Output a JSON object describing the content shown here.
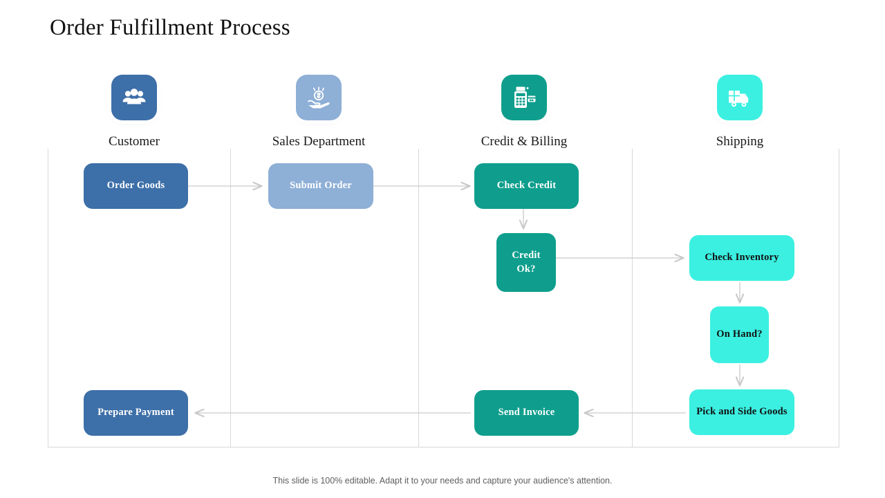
{
  "slide": {
    "title": "Order Fulfillment Process",
    "footer_note": "This slide is 100% editable. Adapt it to your needs and capture your audience's attention."
  },
  "colors": {
    "blue_dark": "#3d6fa8",
    "blue_light": "#8eafd6",
    "teal": "#0f9e8d",
    "cyan": "#3bf0e1",
    "connector": "#c9c9c9",
    "lane_border": "#d8d8d8",
    "title_text": "#111111",
    "footer_text": "#5d5d5d"
  },
  "lanes": [
    {
      "id": "customer",
      "label": "Customer",
      "icon": "people-group-icon",
      "icon_color": "#3d6fa8"
    },
    {
      "id": "sales-department",
      "label": "Sales Department",
      "icon": "hand-holding-coin-icon",
      "icon_color": "#8eafd6"
    },
    {
      "id": "credit-billing",
      "label": "Credit & Billing",
      "icon": "card-terminal-icon",
      "icon_color": "#0f9e8d"
    },
    {
      "id": "shipping",
      "label": "Shipping",
      "icon": "delivery-truck-icon",
      "icon_color": "#3bf0e1"
    }
  ],
  "nodes": [
    {
      "id": "order-goods",
      "label": "Order Goods",
      "lane": "customer",
      "shape": "process",
      "color": "blue_dark"
    },
    {
      "id": "submit-order",
      "label": "Submit Order",
      "lane": "sales-department",
      "shape": "process",
      "color": "blue_light"
    },
    {
      "id": "check-credit",
      "label": "Check Credit",
      "lane": "credit-billing",
      "shape": "process",
      "color": "teal"
    },
    {
      "id": "credit-ok",
      "label": "Credit Ok?",
      "lane": "credit-billing",
      "shape": "decision",
      "color": "teal"
    },
    {
      "id": "check-inventory",
      "label": "Check Inventory",
      "lane": "shipping",
      "shape": "process",
      "color": "cyan"
    },
    {
      "id": "on-hand",
      "label": "On Hand?",
      "lane": "shipping",
      "shape": "decision",
      "color": "cyan"
    },
    {
      "id": "pick-side-goods",
      "label": "Pick and Side Goods",
      "lane": "shipping",
      "shape": "process",
      "color": "cyan"
    },
    {
      "id": "send-invoice",
      "label": "Send Invoice",
      "lane": "credit-billing",
      "shape": "process",
      "color": "teal"
    },
    {
      "id": "prepare-payment",
      "label": "Prepare Payment",
      "lane": "customer",
      "shape": "process",
      "color": "blue_dark"
    }
  ],
  "connections": [
    {
      "from": "order-goods",
      "to": "submit-order",
      "direction": "right"
    },
    {
      "from": "submit-order",
      "to": "check-credit",
      "direction": "right"
    },
    {
      "from": "check-credit",
      "to": "credit-ok",
      "direction": "down"
    },
    {
      "from": "credit-ok",
      "to": "check-inventory",
      "direction": "right"
    },
    {
      "from": "check-inventory",
      "to": "on-hand",
      "direction": "down"
    },
    {
      "from": "on-hand",
      "to": "pick-side-goods",
      "direction": "down"
    },
    {
      "from": "pick-side-goods",
      "to": "send-invoice",
      "direction": "left"
    },
    {
      "from": "send-invoice",
      "to": "prepare-payment",
      "direction": "left"
    }
  ]
}
